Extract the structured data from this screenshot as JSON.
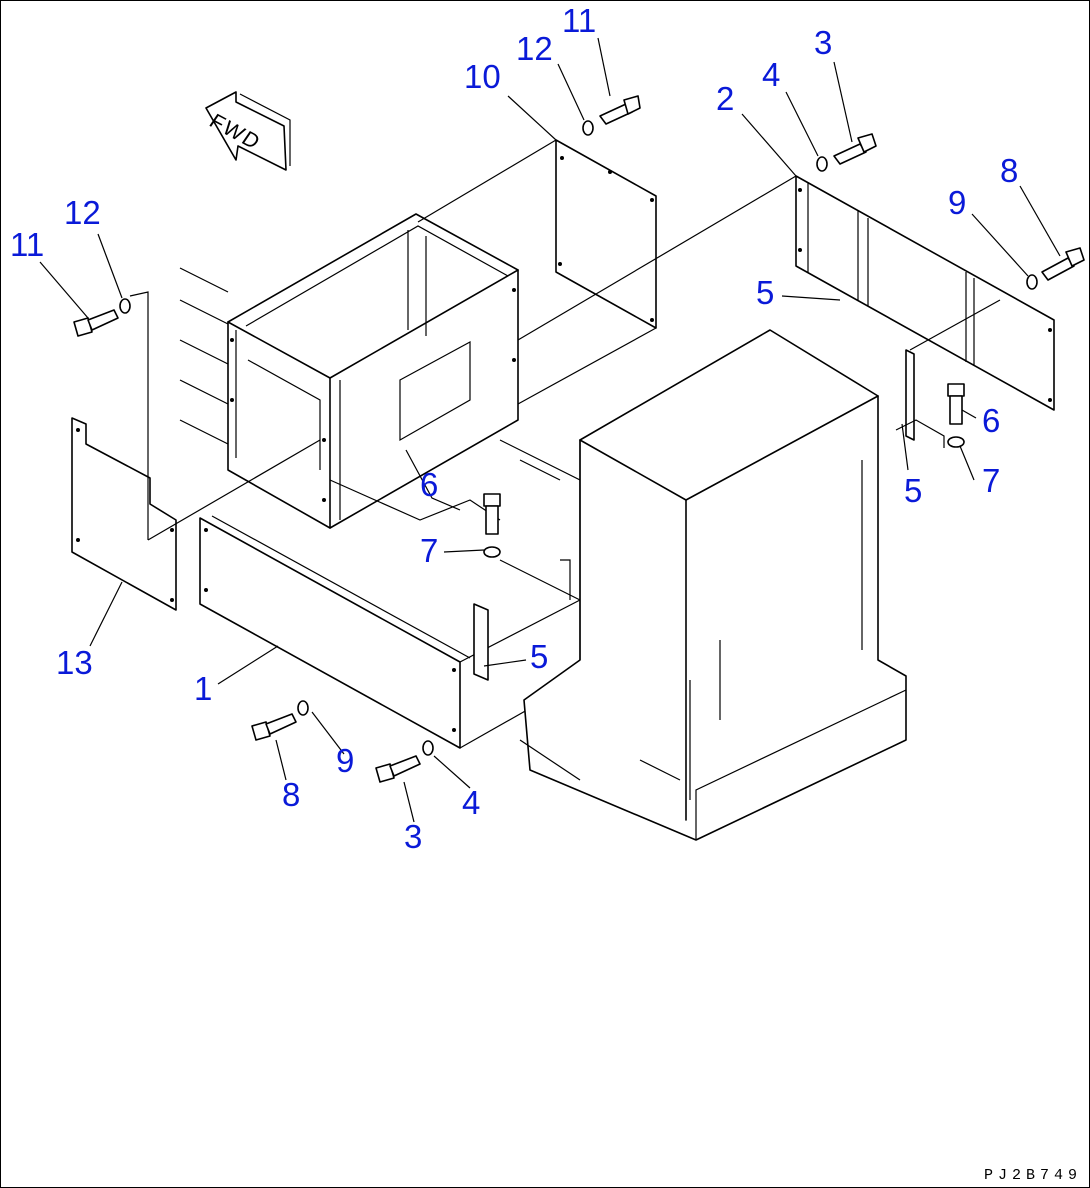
{
  "diagram": {
    "drawing_code": "PJ2B749",
    "direction_arrow": "FWD",
    "callouts": {
      "c1": "1",
      "c2": "2",
      "c3_top": "3",
      "c3_bottom": "3",
      "c4_top": "4",
      "c4_bottom": "4",
      "c5_upper": "5",
      "c5_right": "5",
      "c5_center": "5",
      "c6_right": "6",
      "c6_center": "6",
      "c7_right": "7",
      "c7_center": "7",
      "c8_right": "8",
      "c8_bottom": "8",
      "c9_right": "9",
      "c9_bottom": "9",
      "c10": "10",
      "c11_top": "11",
      "c11_left": "11",
      "c12_top": "12",
      "c12_left": "12",
      "c13": "13"
    },
    "colors": {
      "callout": "#0a1ad8",
      "linework": "#000000",
      "background": "#ffffff"
    }
  }
}
